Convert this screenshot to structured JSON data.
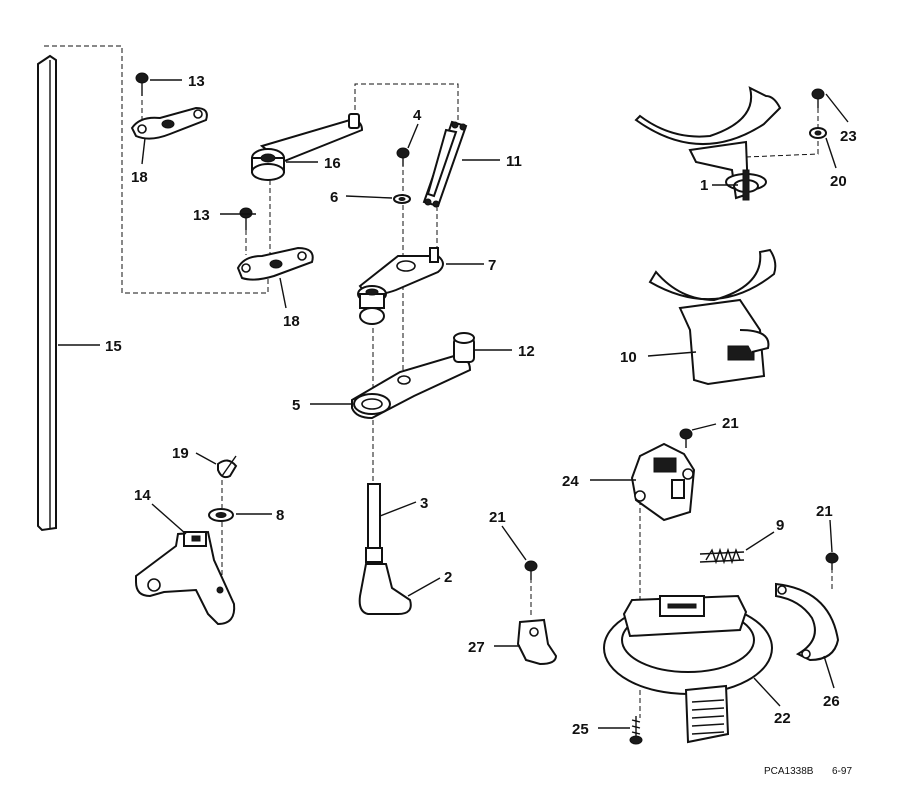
{
  "callouts": {
    "c1": "1",
    "c2": "2",
    "c3": "3",
    "c4": "4",
    "c5": "5",
    "c6": "6",
    "c7": "7",
    "c8": "8",
    "c9": "9",
    "c10": "10",
    "c11": "11",
    "c12": "12",
    "c13a": "13",
    "c13b": "13",
    "c14": "14",
    "c15": "15",
    "c16": "16",
    "c18a": "18",
    "c18b": "18",
    "c19": "19",
    "c20": "20",
    "c21a": "21",
    "c21b": "21",
    "c21c": "21",
    "c22": "22",
    "c23": "23",
    "c24": "24",
    "c25": "25",
    "c26": "26",
    "c27": "27"
  },
  "footer": {
    "drawing_code": "PCA1338B",
    "date": "6-97"
  }
}
